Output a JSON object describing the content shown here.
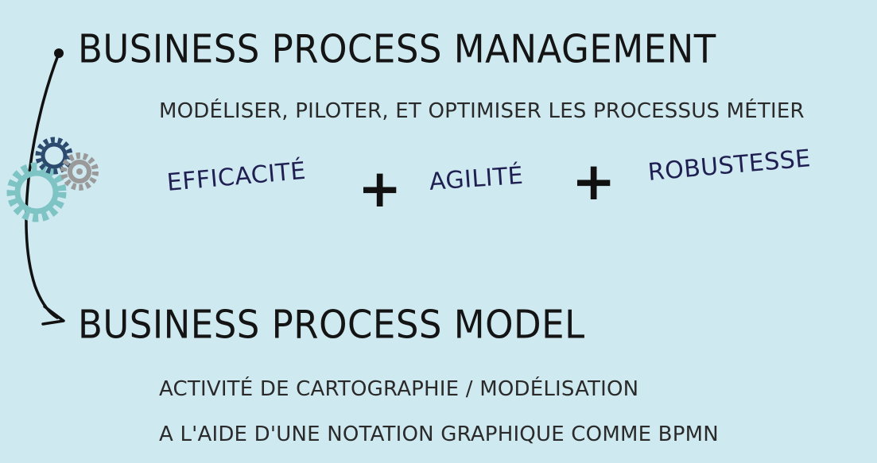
{
  "heading_management": "BUSINESS PROCESS MANAGEMENT",
  "management_subtitle": "MODÉLISER, PILOTER, ET OPTIMISER LES PROCESSUS MÉTIER",
  "qualities": [
    "EFFICACITÉ",
    "AGILITÉ",
    "ROBUSTESSE"
  ],
  "plus_sign": "+",
  "heading_model": "BUSINESS PROCESS MODEL",
  "model_lines": [
    "ACTIVITÉ DE CARTOGRAPHIE / MODÉLISATION",
    "A L'AIDE D'UNE NOTATION GRAPHIQUE COMME BPMN"
  ],
  "colors": {
    "background": "#cfe9f1",
    "heading": "#141414",
    "keyword": "#1f1f52",
    "gear_teal": "#7fc4c4",
    "gear_navy": "#2b4a6e",
    "gear_grey": "#9a9a9a"
  }
}
